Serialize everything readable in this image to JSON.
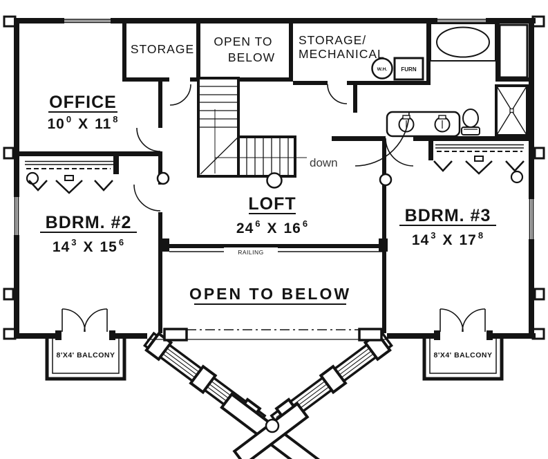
{
  "plan": {
    "colors": {
      "ink": "#141414",
      "window_line": "#909090",
      "paper": "#ffffff"
    },
    "rooms": {
      "office": {
        "name": "OFFICE",
        "dim": {
          "a": "10",
          "a_sup": "0",
          "sep": "X",
          "b": "11",
          "b_sup": "8"
        }
      },
      "storage": {
        "name": "STORAGE"
      },
      "open_to_below_top": {
        "line1": "OPEN TO",
        "line2": "BELOW"
      },
      "storage_mechanical": {
        "line1": "STORAGE/",
        "line2": "MECHANICAL"
      },
      "bedroom2": {
        "name": "BDRM. #2",
        "dim": {
          "a": "14",
          "a_sup": "3",
          "sep": "X",
          "b": "15",
          "b_sup": "6"
        }
      },
      "loft": {
        "name": "LOFT",
        "dim": {
          "a": "24",
          "a_sup": "6",
          "sep": "X",
          "b": "16",
          "b_sup": "6"
        }
      },
      "bedroom3": {
        "name": "BDRM. #3",
        "dim": {
          "a": "14",
          "a_sup": "3",
          "sep": "X",
          "b": "17",
          "b_sup": "8"
        }
      },
      "open_to_below_main": {
        "label": "OPEN TO BELOW"
      },
      "balcony_left": {
        "label": "8'X4' BALCONY"
      },
      "balcony_right": {
        "label": "8'X4' BALCONY"
      }
    },
    "fixtures": {
      "water_heater": "W.H.",
      "furnace": "FURN"
    },
    "annotations": {
      "stairs_down": "down",
      "railing": "RAILING"
    }
  }
}
